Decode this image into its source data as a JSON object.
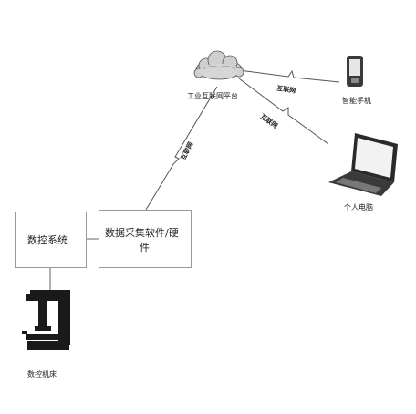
{
  "nodes": {
    "cnc_system": "数控系统",
    "acquisition_line1": "数据采集软件/硬",
    "acquisition_line2": "件",
    "platform": "工业互联网平台",
    "smartphone": "智能手机",
    "pc": "个人电脑",
    "machine_tool": "数控机床"
  },
  "links": {
    "acq_to_platform": "互联网",
    "platform_to_phone": "互联网",
    "platform_to_pc": "互联网"
  },
  "icons": {
    "platform": "cloud-icon",
    "smartphone": "smartphone-icon",
    "pc": "laptop-icon",
    "machine_tool": "cnc-machine-icon"
  },
  "colors": {
    "box_border": "#9a9a9a",
    "line": "#555555",
    "icon_dark": "#1a1a1a"
  }
}
